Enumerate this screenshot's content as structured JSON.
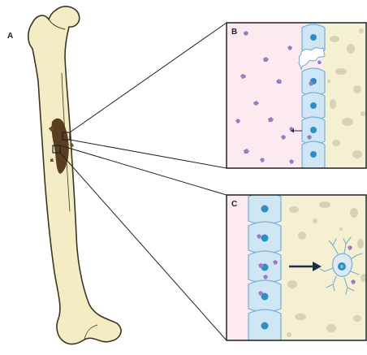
{
  "panels": {
    "a": {
      "label": "A"
    },
    "b": {
      "label": "B"
    },
    "c": {
      "label": "C"
    }
  },
  "colors": {
    "bone_fill": "#f3ecc4",
    "bone_stroke": "#3b3520",
    "lesion": "#5a3e1f",
    "plasma": "#fbeaf0",
    "matrix": "#f6f0d2",
    "matrix_spots": "#d9d1b8",
    "cell_fill": "#cfe6f4",
    "cell_stroke": "#7aaed1",
    "nucleus": "#2d8fc4",
    "particle": "#9b7bc4",
    "osteocyte_fill": "#dbeaf5",
    "arrow": "#1f2a4d",
    "frame": "#222222"
  },
  "icons": {
    "femur": "femur-bone",
    "particle": "purple-particle",
    "arrow": "right-arrow",
    "osteocyte": "osteocyte-cell"
  }
}
